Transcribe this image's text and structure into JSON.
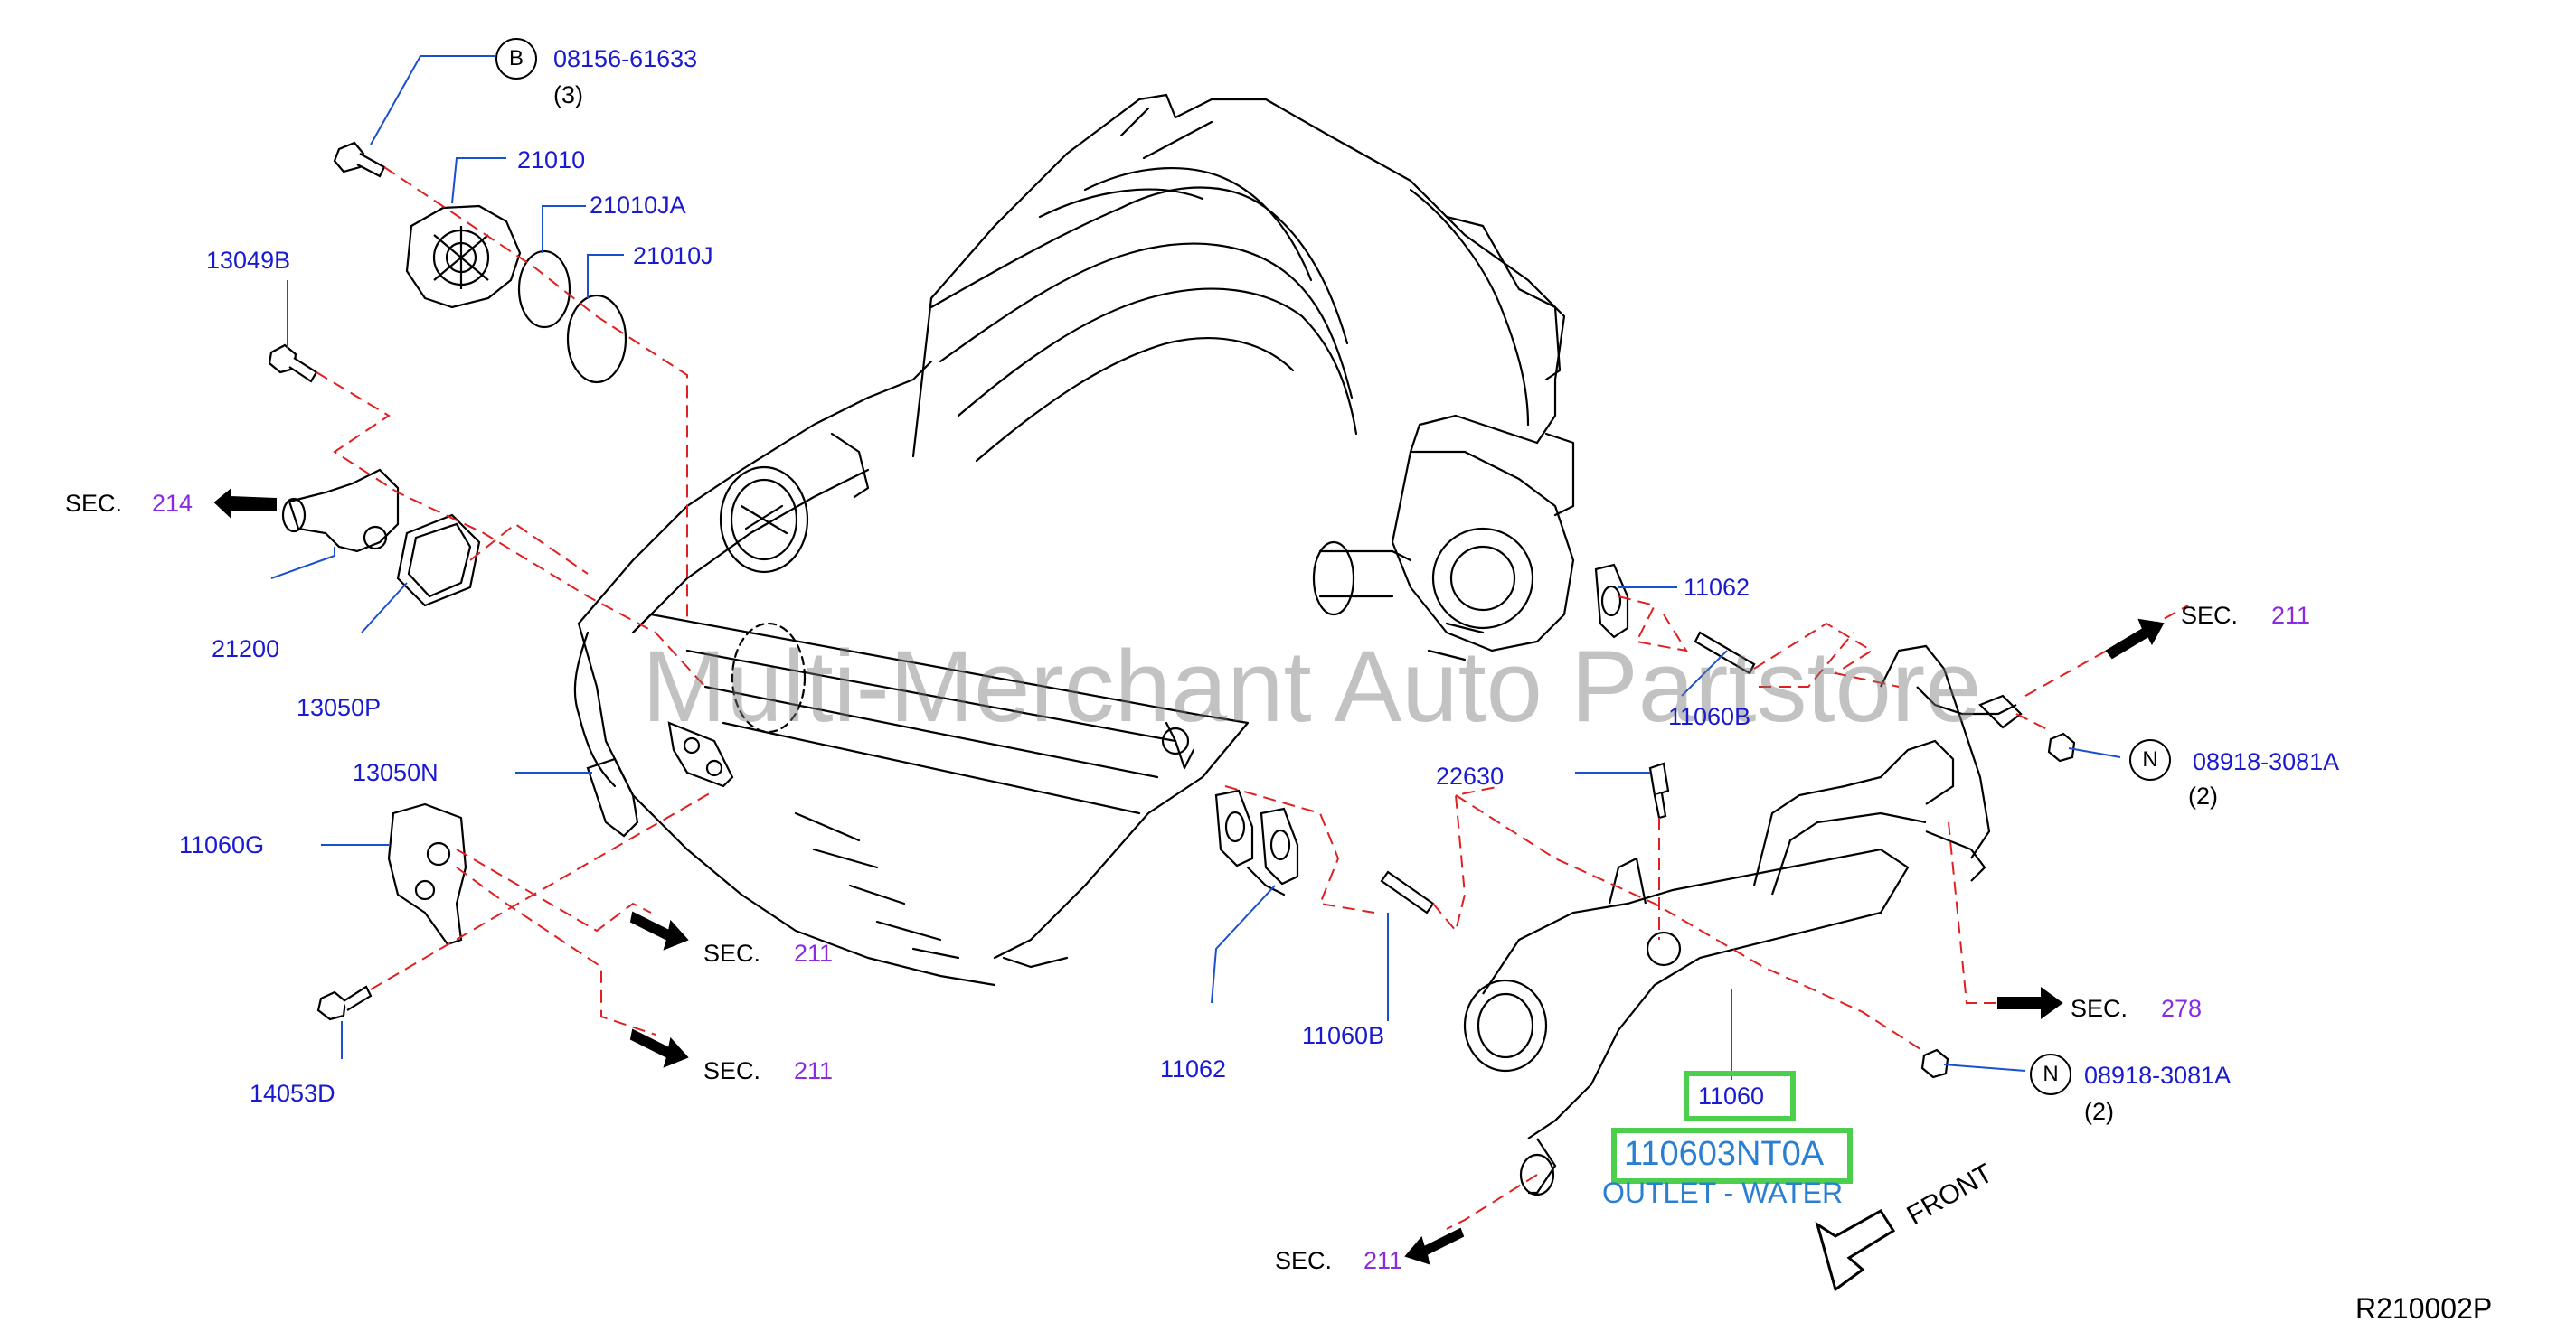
{
  "labels": {
    "b_circle": "B",
    "n_circle_1": "N",
    "n_circle_2": "N",
    "p_08156": "08156-61633",
    "q_08156": "(3)",
    "p_21010": "21010",
    "p_21010JA": "21010JA",
    "p_21010J": "21010J",
    "p_13049B": "13049B",
    "sec_214": "SEC.",
    "n_214": "214",
    "p_21200": "21200",
    "p_13050P": "13050P",
    "p_13050N": "13050N",
    "p_11060G": "11060G",
    "sec_211_a": "SEC.",
    "n_211_a": "211",
    "sec_211_b": "SEC.",
    "n_211_b": "211",
    "p_14053D": "14053D",
    "p_11062_top": "11062",
    "p_11060B_top": "11060B",
    "sec_211_c": "SEC.",
    "n_211_c": "211",
    "p_08918_1": "08918-3081A",
    "q_08918_1": "(2)",
    "p_22630": "22630",
    "sec_278": "SEC.",
    "n_278": "278",
    "p_11062_bot": "11062",
    "p_11060B_bot": "11060B",
    "p_08918_2": "08918-3081A",
    "q_08918_2": "(2)",
    "p_11060": "11060",
    "p_110603NT0A": "110603NT0A",
    "desc_outlet": "OUTLET - WATER",
    "sec_211_d": "SEC.",
    "n_211_d": "211",
    "front": "FRONT",
    "diagram_id": "R210002P",
    "watermark": "Multi-Merchant Auto Partstore"
  },
  "colors": {
    "part_number": "#1a1ad0",
    "section_number": "#8a2be2",
    "highlight": "#4ccf4c",
    "leader_dash": "#e02020",
    "highlight_text": "#2a7fd0"
  }
}
